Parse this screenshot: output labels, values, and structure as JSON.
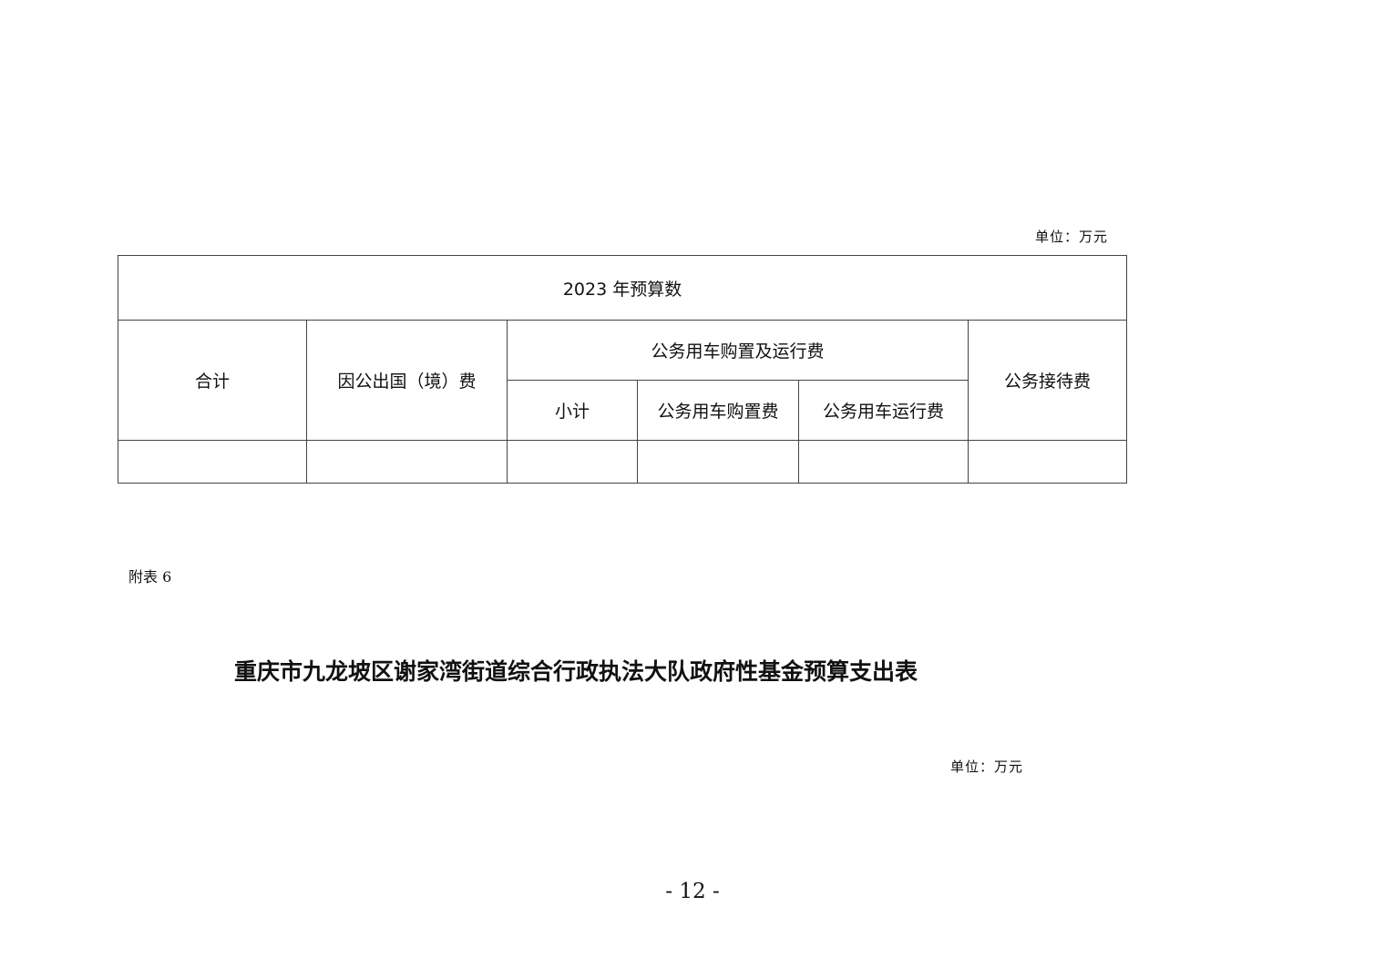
{
  "top_section": {
    "unit_label": "单位：万元",
    "table": {
      "header_year": "2023 年预算数",
      "col_total": "合计",
      "col_overseas": "因公出国（境）费",
      "col_vehicle_group": "公务用车购置及运行费",
      "col_subtotal": "小计",
      "col_vehicle_purchase": "公务用车购置费",
      "col_vehicle_operation": "公务用车运行费",
      "col_reception": "公务接待费",
      "data_row": [
        "",
        "",
        "",
        "",
        "",
        ""
      ]
    }
  },
  "attachment_label": "附表 6",
  "document_title": "重庆市九龙坡区谢家湾街道综合行政执法大队政府性基金预算支出表",
  "bottom_unit_label": "单位：万元",
  "page_number": "- 12 -"
}
